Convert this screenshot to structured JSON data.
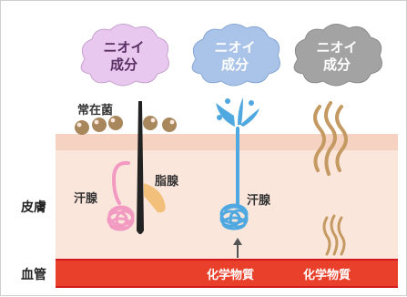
{
  "clouds": [
    {
      "line1": "ニオイ",
      "line2": "成分",
      "color": "#e8c8ee",
      "stroke": "#c7a2cf",
      "text_color": "#5a2f63"
    },
    {
      "line1": "ニオイ",
      "line2": "成分",
      "color": "#a9c4e8",
      "stroke": "#86a7d3",
      "text_color": "#ffffff"
    },
    {
      "line1": "ニオイ",
      "line2": "成分",
      "color": "#a3a3a3",
      "stroke": "#8a8a8a",
      "text_color": "#ffffff"
    }
  ],
  "labels": {
    "bacteria": "常在菌",
    "sebaceous_gland": "脂腺",
    "sweat_gland_left": "汗腺",
    "sweat_gland_right": "汗腺",
    "skin": "皮膚",
    "blood_vessel": "血管",
    "chemical_middle": "化学物質",
    "chemical_right": "化学物質"
  },
  "colors": {
    "skin_top": "#f6d2c2",
    "skin_body": "#fbe6dc",
    "vessel": "#e8402a",
    "vessel_line": "#d31a1a",
    "bacteria": "#a8875c",
    "hair": "#222222",
    "sebaceous": "#f2c07a",
    "eccrine_pink": "#f29ac1",
    "eccrine_blue": "#4fa8e0",
    "odor_wave": "#c49a62"
  }
}
